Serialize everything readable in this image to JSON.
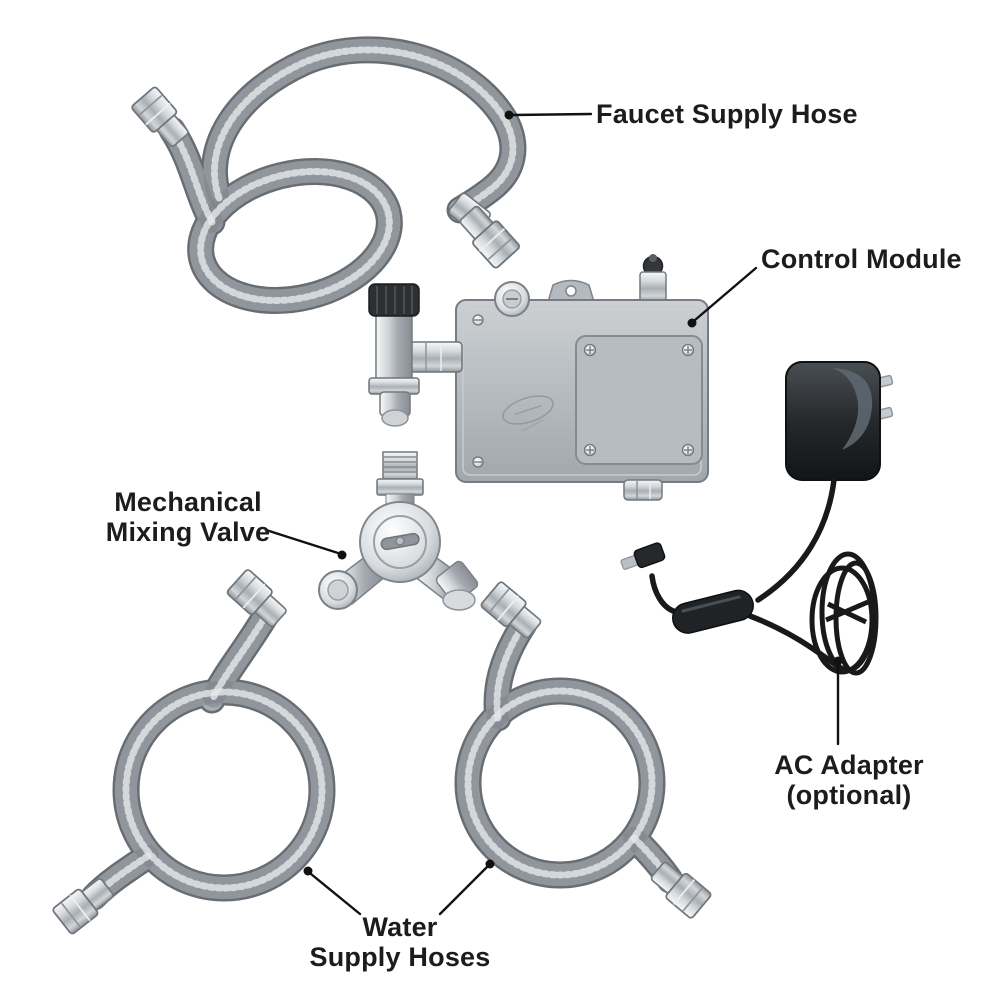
{
  "labels": {
    "faucet_supply_hose": {
      "text": "Faucet Supply Hose"
    },
    "control_module": {
      "text": "Control Module"
    },
    "mechanical_mixing_valve": {
      "line1": "Mechanical",
      "line2": "Mixing Valve"
    },
    "water_supply_hoses": {
      "line1": "Water",
      "line2": "Supply Hoses"
    },
    "ac_adapter": {
      "line1": "AC Adapter",
      "line2": "(optional)"
    }
  },
  "parts": [
    {
      "name": "faucet-supply-hose",
      "icon": "braided-hose-icon"
    },
    {
      "name": "control-module",
      "icon": "control-box-icon"
    },
    {
      "name": "mechanical-mixing-valve",
      "icon": "mixing-valve-icon"
    },
    {
      "name": "water-supply-hose-left",
      "icon": "braided-hose-icon"
    },
    {
      "name": "water-supply-hose-right",
      "icon": "braided-hose-icon"
    },
    {
      "name": "ac-adapter",
      "icon": "power-adapter-icon"
    }
  ],
  "colors": {
    "background": "#ffffff",
    "label_text": "#1c1c1c",
    "leader_line": "#111111",
    "hose_gray": "#a8aeb3",
    "hose_edge": "#676d73",
    "chrome": "#d6dadd",
    "module_gray": "#b5bbc0",
    "adapter_black": "#1d2023"
  }
}
